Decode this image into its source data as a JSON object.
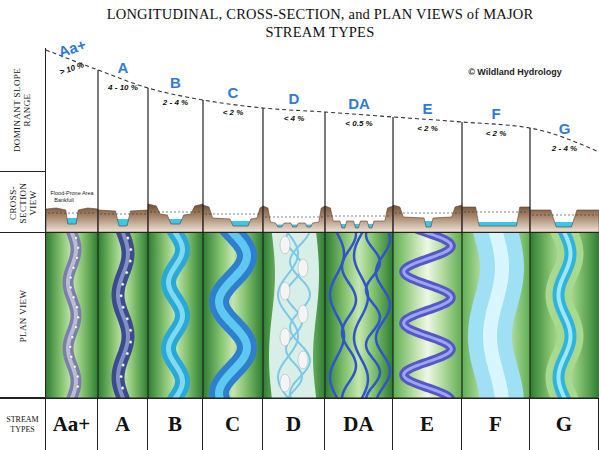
{
  "diagram": {
    "title": "LONGITUDINAL, CROSS-SECTION, and PLAN VIEWS of MAJOR STREAM TYPES",
    "nodes": [
      {
        "text": [
          "DOMINANT SLOPE RANGE"
        ]
      },
      {
        "text": [
          "CROSS-SECTION VIEW"
        ]
      },
      {
        "text": [
          "PLAN VIEW"
        ]
      },
      {
        "text": [
          "STREAM TYPES"
        ]
      },
      {
        "text": [
          "Aa+"
        ]
      },
      {
        "text": [
          "A"
        ]
      },
      {
        "text": [
          "B"
        ]
      },
      {
        "text": [
          "C"
        ]
      },
      {
        "text": [
          "D"
        ]
      },
      {
        "text": [
          "DA"
        ]
      },
      {
        "text": [
          "E"
        ]
      },
      {
        "text": [
          "F"
        ]
      },
      {
        "text": [
          "G"
        ]
      }
    ],
    "labels": [
      "Aa+",
      "> 10 %",
      "A",
      "4 - 10 %",
      "B",
      "2 - 4 %",
      "C",
      "< 2 %",
      "D",
      "< 4 %",
      "DA",
      "< 0.5 %",
      "E",
      "< 2 %",
      "F",
      "< 2 %",
      "G",
      "2 - 4 %",
      "© Wildland Hydrology",
      "Flood-Prone Area",
      "Bankfull"
    ]
  }
}
